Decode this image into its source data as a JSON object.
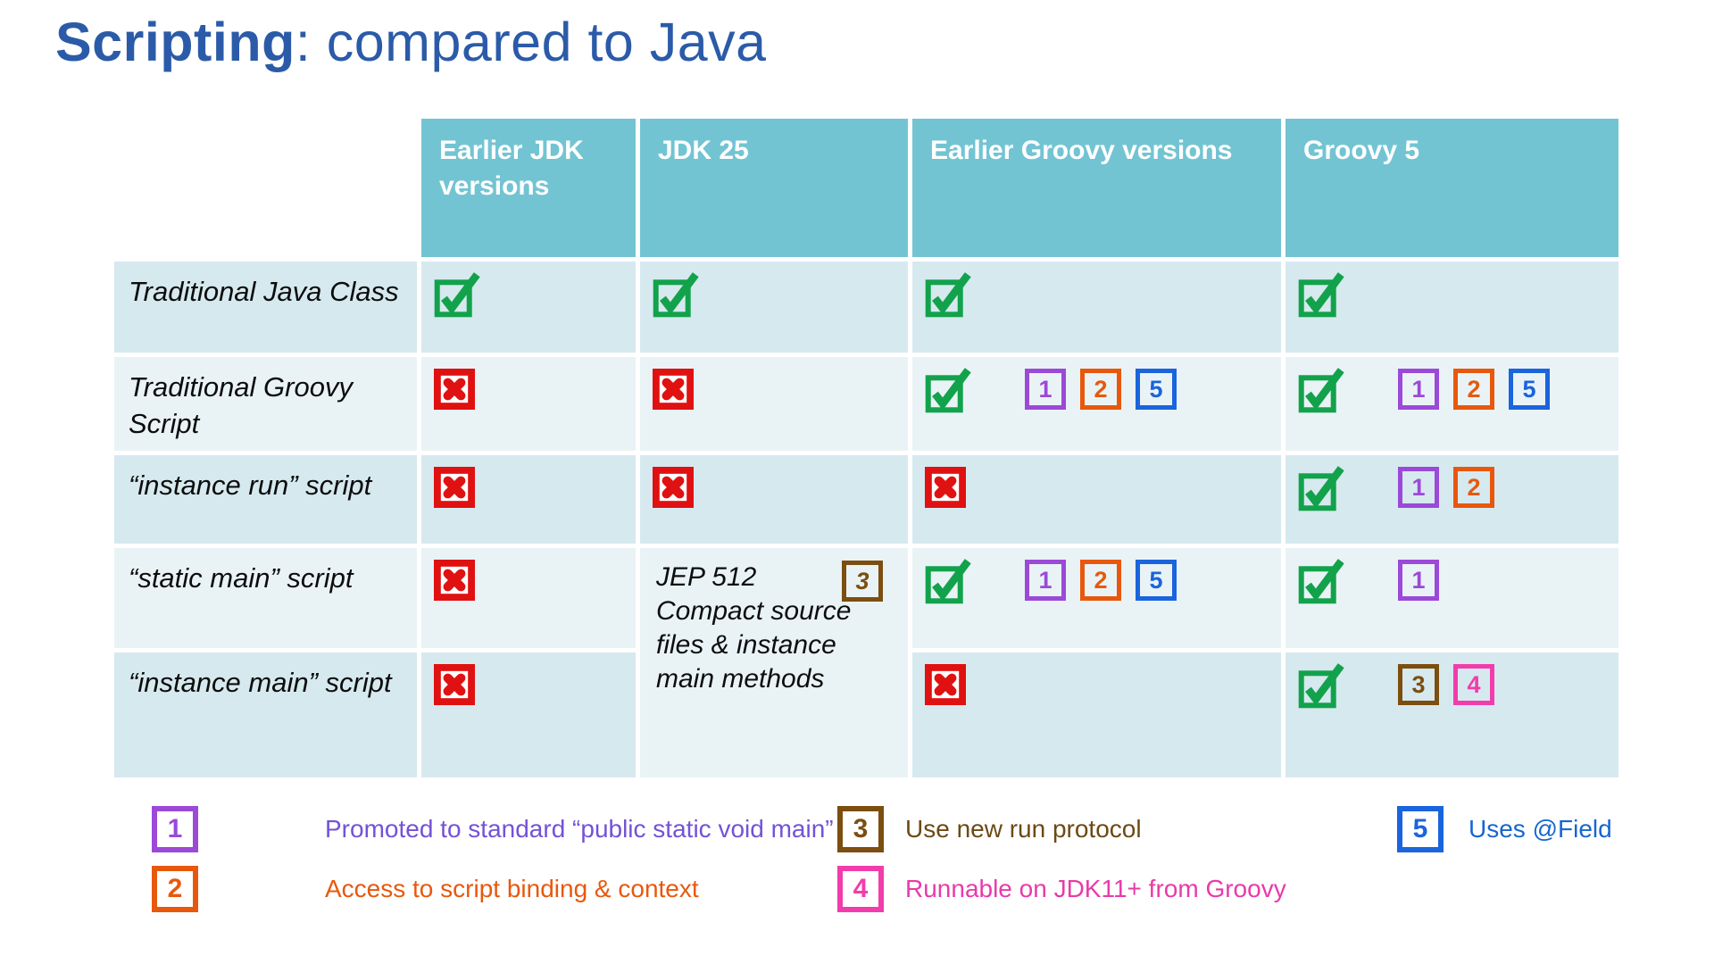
{
  "title": {
    "bold": "Scripting",
    "rest": ": compared to Java"
  },
  "colors": {
    "title_blue": "#2b5ba8",
    "header_teal": "#73c4d3",
    "row_dark": "#d6e9ef",
    "row_light": "#e9f3f6",
    "check_green": "#12a24b",
    "cross_red": "#e01111"
  },
  "badge_colors": {
    "1": "#9b49d8",
    "2": "#e8580c",
    "3": "#7c4e10",
    "4": "#f23cac",
    "5": "#1a64dd"
  },
  "table": {
    "columns": [
      "Earlier JDK versions",
      "JDK 25",
      "Earlier Groovy versions",
      "Groovy 5"
    ],
    "rows": [
      {
        "label": "Traditional Java Class",
        "cells": [
          [
            "check"
          ],
          [
            "check"
          ],
          [
            "check"
          ],
          [
            "check"
          ]
        ]
      },
      {
        "label": "Traditional Groovy Script",
        "cells": [
          [
            "cross"
          ],
          [
            "cross"
          ],
          [
            "check",
            "1",
            "2",
            "5"
          ],
          [
            "check",
            "1",
            "2",
            "5"
          ]
        ]
      },
      {
        "label": "“instance run” script",
        "cells": [
          [
            "cross"
          ],
          [
            "cross"
          ],
          [
            "cross"
          ],
          [
            "check",
            "1",
            "2"
          ]
        ]
      },
      {
        "label": "“static main” script",
        "cells": [
          [
            "cross"
          ],
          "merged",
          [
            "check",
            "1",
            "2",
            "5"
          ],
          [
            "check",
            "1"
          ]
        ]
      },
      {
        "label": "“instance main” script",
        "cells": [
          [
            "cross"
          ],
          "skip",
          [
            "cross"
          ],
          [
            "check",
            "3",
            "4"
          ]
        ]
      }
    ],
    "merged_cell": {
      "text": "JEP 512 Compact source files & instance main methods",
      "badge": "3"
    }
  },
  "legend": {
    "items": [
      {
        "num": "1",
        "text": "Promoted to standard “public static void main”",
        "border": "#9b49d8",
        "text_color": "#7452d6",
        "col": 0
      },
      {
        "num": "2",
        "text": "Access to script binding & context",
        "border": "#e8580c",
        "text_color": "#e8580c",
        "col": 0
      },
      {
        "num": "3",
        "text": "Use new run protocol",
        "border": "#7c4e10",
        "text_color": "#6b4a14",
        "col": 1
      },
      {
        "num": "4",
        "text": "Runnable on JDK11+ from Groovy",
        "border": "#f23cac",
        "text_color": "#e93aa8",
        "col": 1
      },
      {
        "num": "5",
        "text": "Uses @Field",
        "border": "#1a64dd",
        "text_color": "#1766cf",
        "col": 2
      }
    ]
  }
}
